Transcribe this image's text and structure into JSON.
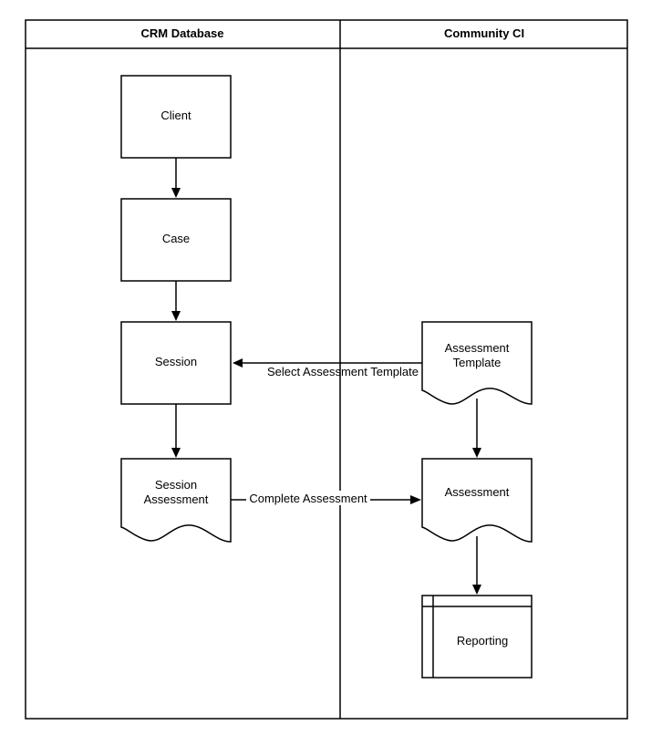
{
  "lanes": [
    {
      "title": "CRM Database"
    },
    {
      "title": "Community CI"
    }
  ],
  "nodes": {
    "client": {
      "label": "Client",
      "shape": "process"
    },
    "case": {
      "label": "Case",
      "shape": "process"
    },
    "session": {
      "label": "Session",
      "shape": "process"
    },
    "session_assessment": {
      "label_line1": "Session",
      "label_line2": "Assessment",
      "shape": "document"
    },
    "assessment_template": {
      "label_line1": "Assessment",
      "label_line2": "Template",
      "shape": "document"
    },
    "assessment": {
      "label": "Assessment",
      "shape": "document"
    },
    "reporting": {
      "label": "Reporting",
      "shape": "internal-storage"
    }
  },
  "edges": [
    {
      "from": "Client",
      "to": "Case",
      "label": ""
    },
    {
      "from": "Case",
      "to": "Session",
      "label": ""
    },
    {
      "from": "Session",
      "to": "Session Assessment",
      "label": ""
    },
    {
      "from": "Assessment Template",
      "to": "Session",
      "label": "Select Assessment Template"
    },
    {
      "from": "Session Assessment",
      "to": "Assessment",
      "label": "Complete Assessment"
    },
    {
      "from": "Assessment Template",
      "to": "Assessment",
      "label": ""
    },
    {
      "from": "Assessment",
      "to": "Reporting",
      "label": ""
    }
  ],
  "edge_labels": {
    "select_template": "Select Assessment Template",
    "complete_assessment": "Complete Assessment"
  }
}
